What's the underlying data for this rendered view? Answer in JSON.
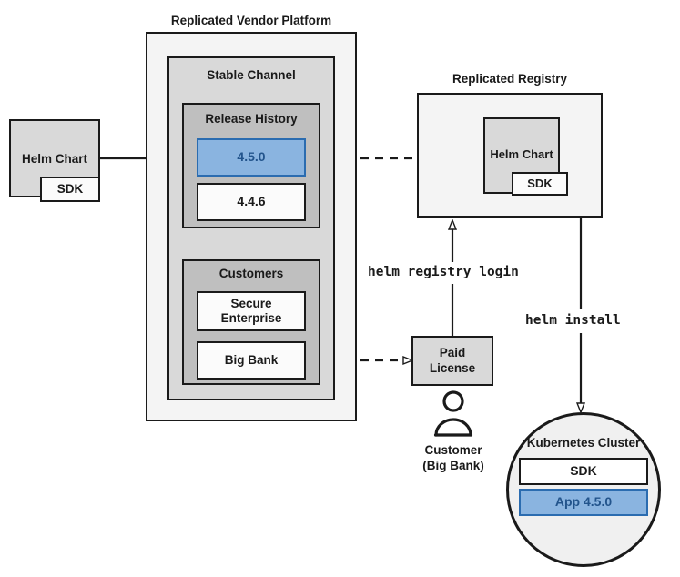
{
  "diagram": {
    "title_vendor_platform": "Replicated Vendor Platform",
    "title_registry": "Replicated Registry",
    "stable_channel": "Stable Channel",
    "release_history": "Release History",
    "customers": "Customers",
    "kubernetes_cluster": "Kubernetes Cluster"
  },
  "nodes": {
    "helm_chart_left": "Helm Chart",
    "sdk_left": "SDK",
    "release_current": "4.5.0",
    "release_previous": "4.4.6",
    "customer_secure_enterprise": "Secure\nEnterprise",
    "customer_big_bank": "Big Bank",
    "helm_chart_registry": "Helm Chart",
    "sdk_registry": "SDK",
    "paid_license": "Paid\nLicense",
    "customer_caption": "Customer\n(Big Bank)",
    "cluster_sdk": "SDK",
    "cluster_app": "App 4.5.0"
  },
  "commands": {
    "registry_login": "helm registry login",
    "helm_install": "helm install"
  },
  "colors": {
    "accent_blue_fill": "#8ab4e0",
    "accent_blue_border": "#2b6cb0",
    "accent_blue_text": "#22548c",
    "outline": "#1a1a1a",
    "fill_light": "#f4f4f4",
    "fill_mid": "#d9d9d9",
    "fill_dark": "#bfbfbf",
    "fill_white": "#fbfbfb",
    "canvas": "#ffffff"
  },
  "icons": {
    "customer": "person-icon",
    "arrow_solid": "arrow-solid-icon",
    "arrow_dashed": "arrow-dashed-icon"
  }
}
